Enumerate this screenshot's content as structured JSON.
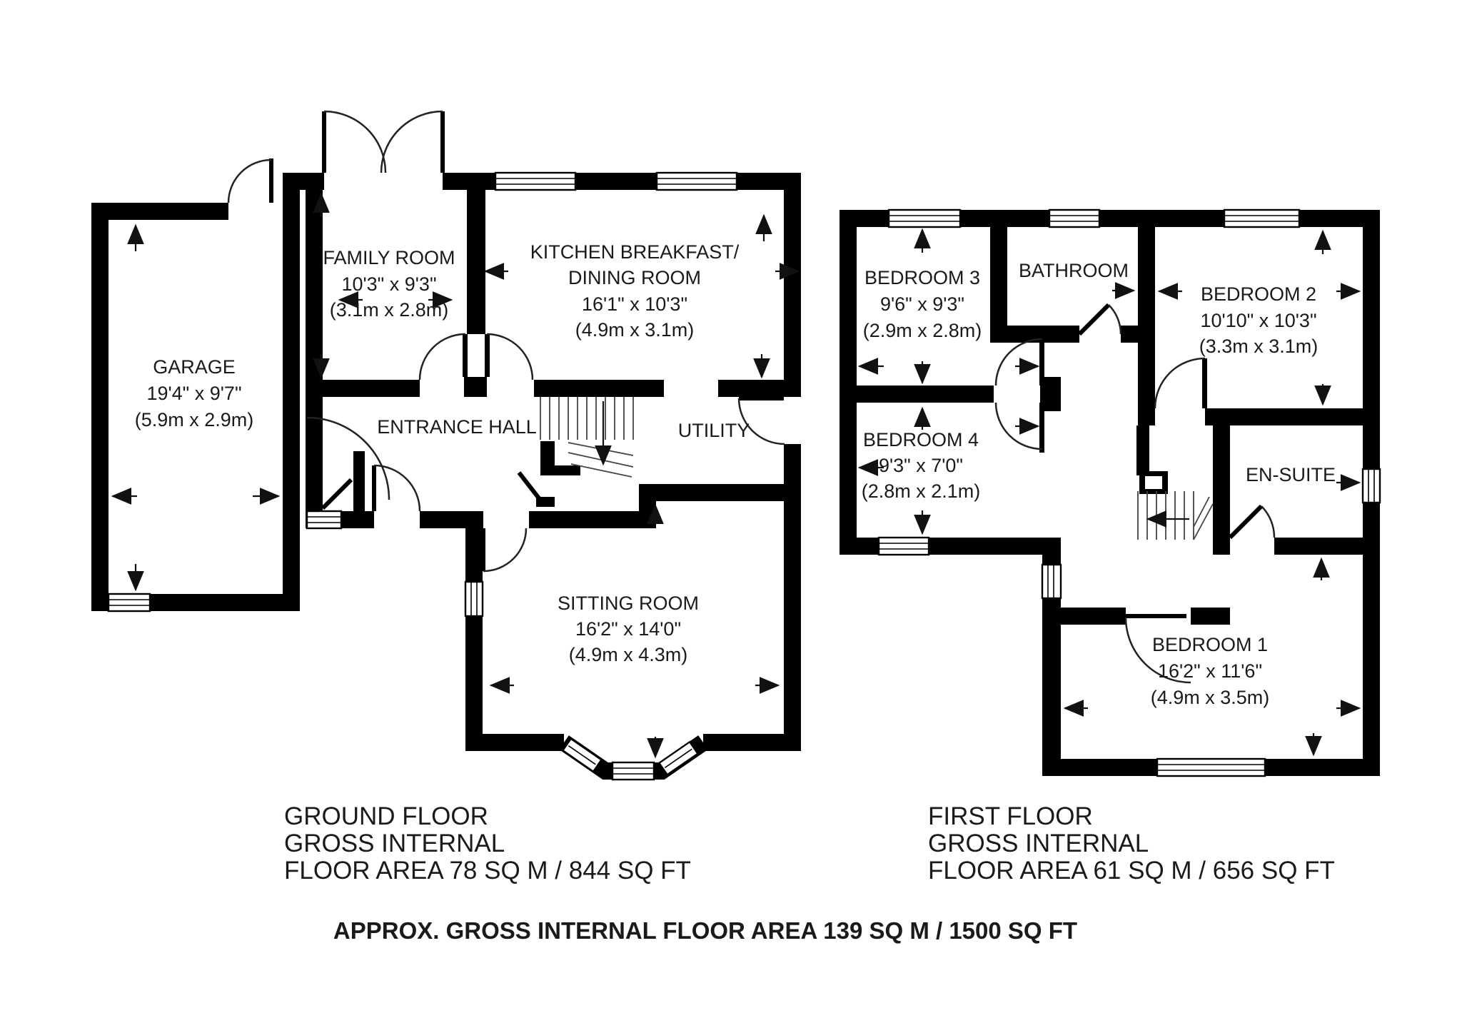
{
  "colors": {
    "wall": "#000000",
    "text": "#1a1a1a",
    "thin_line": "#222222"
  },
  "ground_floor": {
    "caption": [
      "GROUND FLOOR",
      "GROSS INTERNAL",
      "FLOOR AREA 78 SQ M / 844 SQ FT"
    ],
    "rooms": {
      "garage": {
        "lines": [
          "GARAGE",
          "19'4\" x 9'7\"",
          "(5.9m x 2.9m)"
        ]
      },
      "family_room": {
        "lines": [
          "FAMILY ROOM",
          "10'3\" x 9'3\"",
          "(3.1m x 2.8m)"
        ]
      },
      "kitchen": {
        "lines": [
          "KITCHEN BREAKFAST/",
          "DINING ROOM",
          "16'1\" x 10'3\"",
          "(4.9m x 3.1m)"
        ]
      },
      "entrance_hall": {
        "lines": [
          "ENTRANCE HALL"
        ]
      },
      "utility": {
        "lines": [
          "UTILITY"
        ]
      },
      "sitting_room": {
        "lines": [
          "SITTING ROOM",
          "16'2\" x 14'0\"",
          "(4.9m x 4.3m)"
        ]
      }
    }
  },
  "first_floor": {
    "caption": [
      "FIRST FLOOR",
      "GROSS INTERNAL",
      "FLOOR AREA 61 SQ M / 656 SQ FT"
    ],
    "rooms": {
      "bedroom3": {
        "lines": [
          "BEDROOM 3",
          "9'6\" x 9'3\"",
          "(2.9m x 2.8m)"
        ]
      },
      "bathroom": {
        "lines": [
          "BATHROOM"
        ]
      },
      "bedroom2": {
        "lines": [
          "BEDROOM 2",
          "10'10\" x 10'3\"",
          "(3.3m x 3.1m)"
        ]
      },
      "bedroom4": {
        "lines": [
          "BEDROOM 4",
          "9'3\" x 7'0\"",
          "(2.8m x 2.1m)"
        ]
      },
      "ensuite": {
        "lines": [
          "EN-SUITE"
        ]
      },
      "bedroom1": {
        "lines": [
          "BEDROOM 1",
          "16'2\" x 11'6\"",
          "(4.9m x 3.5m)"
        ]
      }
    }
  },
  "footer": "APPROX. GROSS INTERNAL FLOOR AREA 139 SQ M / 1500 SQ FT"
}
